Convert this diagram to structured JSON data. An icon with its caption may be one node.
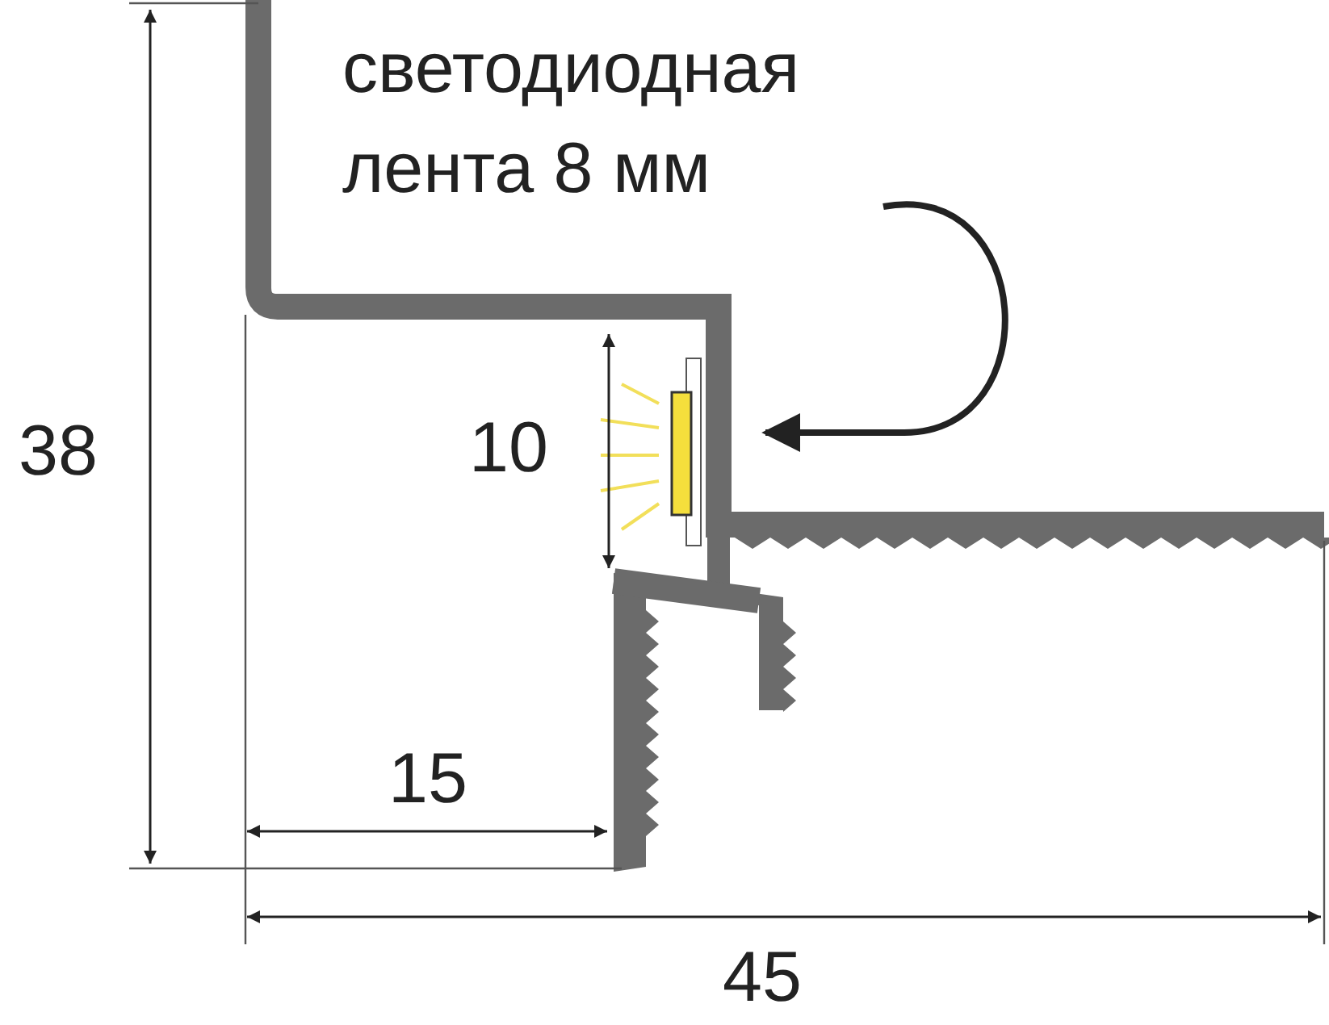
{
  "diagram": {
    "nodes": [
      {
        "text": [
          "светодиодная лента 8 мм"
        ]
      },
      {
        "text": [],
        "shape": "bar"
      }
    ],
    "edges": [
      {
        "from": 0,
        "to": 1,
        "arrow": "to"
      }
    ],
    "labels": [
      "38",
      "10",
      "15",
      "45"
    ]
  }
}
